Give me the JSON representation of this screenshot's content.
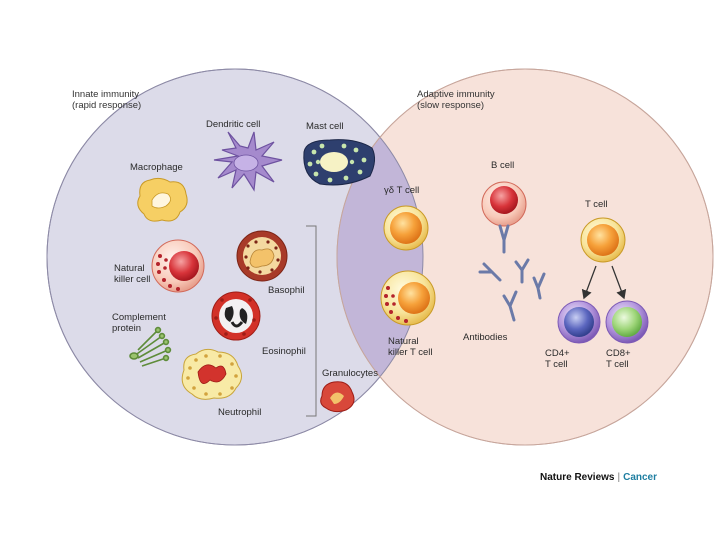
{
  "innate": {
    "title": "Innate immunity\n(rapid response)",
    "cells": {
      "dendritic": "Dendritic cell",
      "mast": "Mast cell",
      "macrophage": "Macrophage",
      "basophil": "Basophil",
      "nk": "Natural\nkiller cell",
      "complement": "Complement\nprotein",
      "eosinophil": "Eosinophil",
      "neutrophil": "Neutrophil",
      "granulocytes": "Granulocytes"
    }
  },
  "overlap": {
    "gamma_delta": "γδ T cell",
    "nkt": "Natural\nkiller T cell"
  },
  "adaptive": {
    "title": "Adaptive immunity\n(slow response)",
    "cells": {
      "b_cell": "B cell",
      "t_cell": "T cell",
      "antibodies": "Antibodies",
      "cd4": "CD4+\nT cell",
      "cd8": "CD8+\nT cell"
    }
  },
  "credit": {
    "journal": "Nature Reviews",
    "separator": "|",
    "section": "Cancer"
  },
  "colors": {
    "innate_fill": "#dcdbe9",
    "adaptive_fill": "#f7e2da",
    "overlap_fill": "#c2b6d8",
    "accent": "#1e7ea1"
  }
}
